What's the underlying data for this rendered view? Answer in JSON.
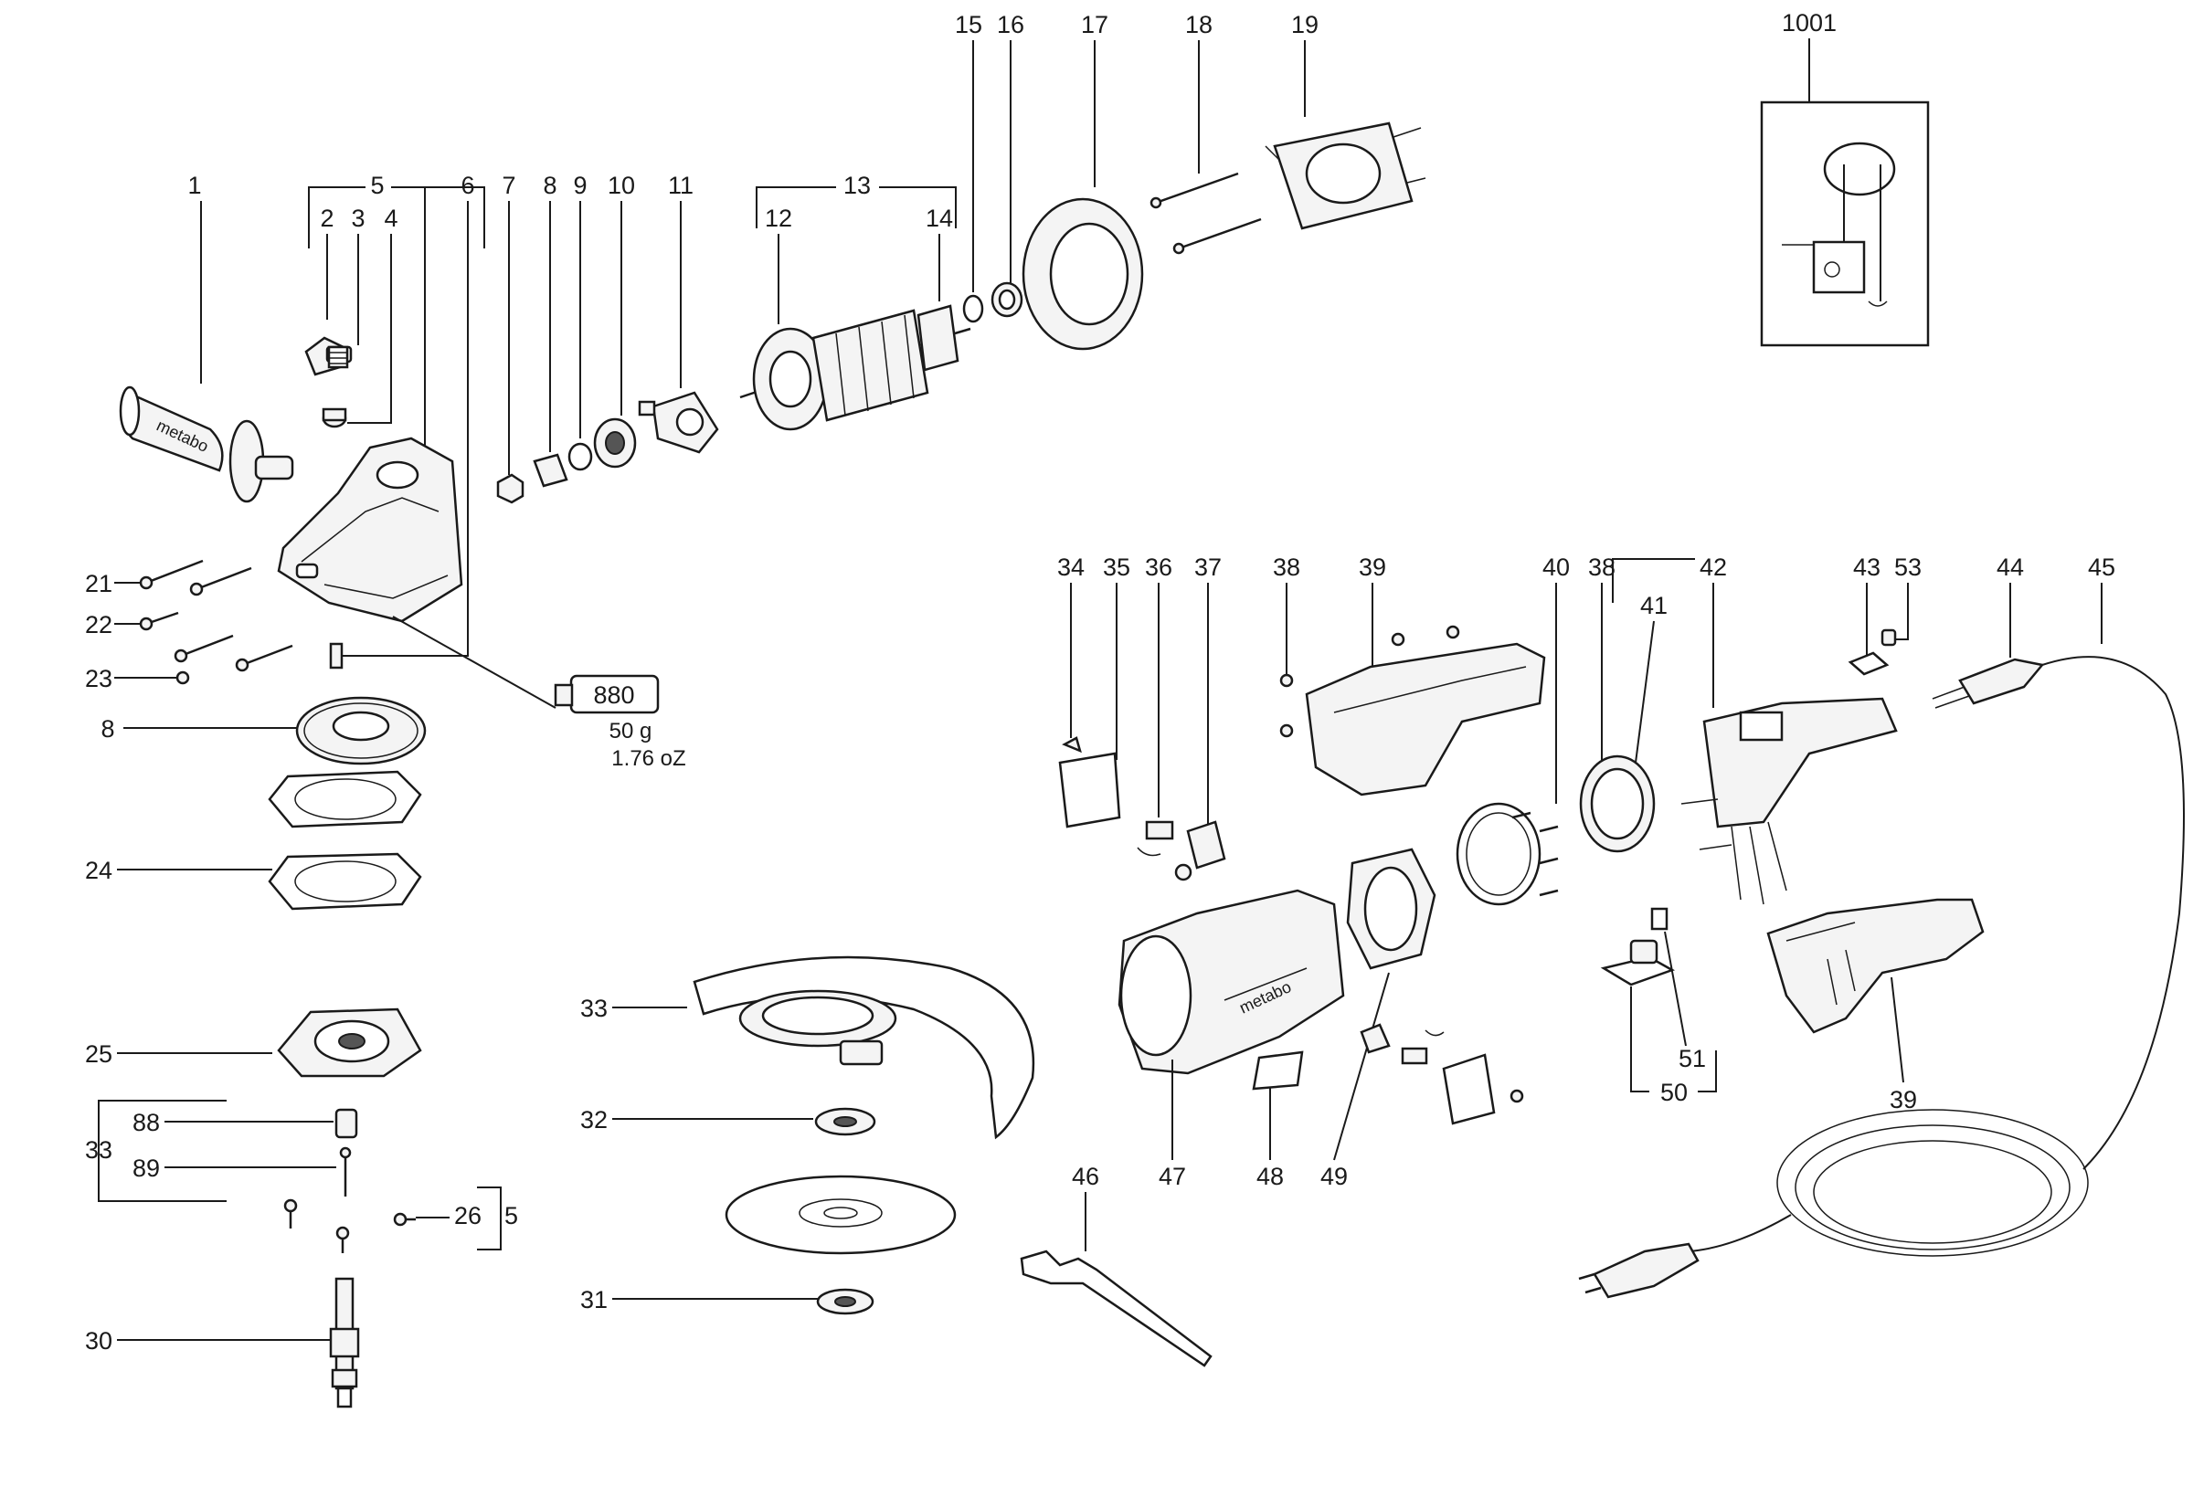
{
  "figure": {
    "kind": "exploded parts diagram",
    "subject": "angle grinder"
  },
  "labels": {
    "p1": "1",
    "p2": "2",
    "p3": "3",
    "p4": "4",
    "p5": "5",
    "p6": "6",
    "p7": "7",
    "p8a": "8",
    "p9": "9",
    "p10": "10",
    "p11": "11",
    "p12": "12",
    "p13": "13",
    "p14": "14",
    "p15": "15",
    "p16": "16",
    "p17": "17",
    "p18": "18",
    "p19": "19",
    "p1001": "1001",
    "p21": "21",
    "p22": "22",
    "p23": "23",
    "p8b": "8",
    "p24": "24",
    "p25": "25",
    "p33a": "33",
    "p88": "88",
    "p89": "89",
    "p26": "26",
    "p5b": "5",
    "p30": "30",
    "p33b": "33",
    "p32": "32",
    "p31": "31",
    "p34": "34",
    "p35": "35",
    "p36": "36",
    "p37": "37",
    "p38a": "38",
    "p39a": "39",
    "p40": "40",
    "p38b": "38",
    "p41": "41",
    "p42": "42",
    "p43": "43",
    "p53": "53",
    "p44": "44",
    "p45": "45",
    "p46": "46",
    "p47": "47",
    "p48": "48",
    "p49": "49",
    "p50": "50",
    "p51": "51",
    "p39b": "39"
  },
  "grease": {
    "code": "880",
    "weight_metric": "50 g",
    "weight_imperial": "1.76 oZ"
  },
  "branding": {
    "logo": "metabo"
  }
}
